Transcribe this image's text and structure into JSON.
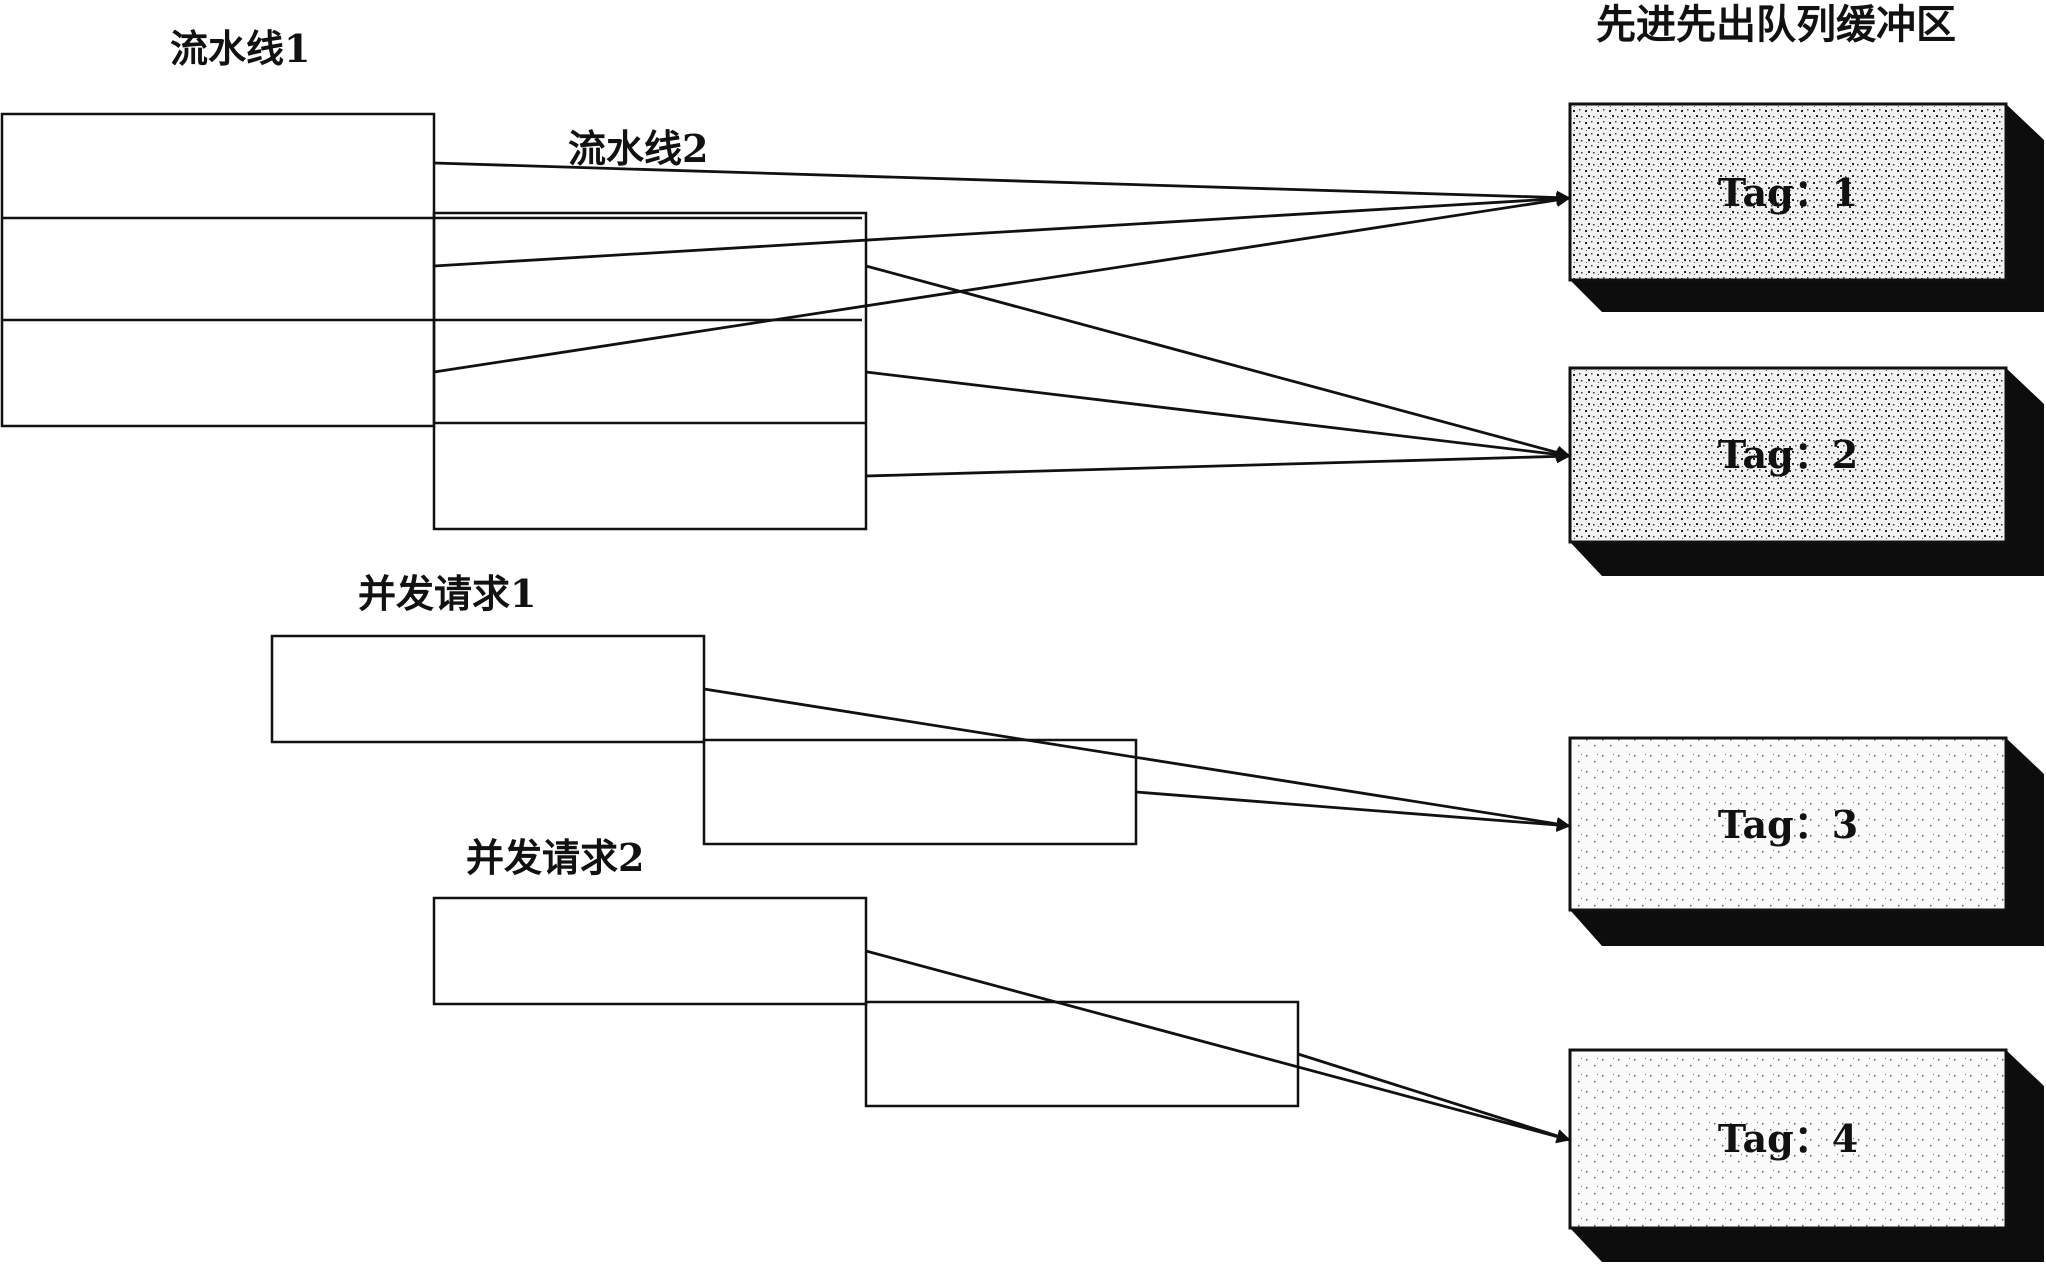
{
  "labels": {
    "pipeline1": "流水线1",
    "pipeline2": "流水线2",
    "concurrent1": "并发请求1",
    "concurrent2": "并发请求2",
    "fifo_buffer": "先进先出队列缓冲区"
  },
  "fifo_tags": [
    "Tag：1",
    "Tag：2",
    "Tag：3",
    "Tag：4"
  ],
  "colors": {
    "line": "#111111",
    "shadow": "#0d0d0d",
    "background": "#ffffff"
  }
}
